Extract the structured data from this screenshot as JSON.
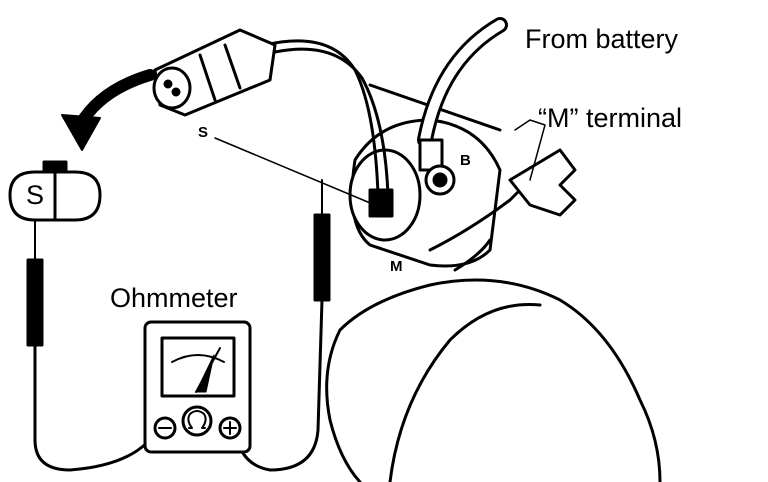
{
  "labels": {
    "from_battery": "From battery",
    "m_terminal": "“M” terminal",
    "ohmmeter": "Ohmmeter",
    "s_lead": "S",
    "b_post": "B",
    "m_post": "M",
    "s_connector": "S"
  },
  "colors": {
    "ink": "#000000",
    "paper": "#ffffff"
  },
  "icons": [
    "curved-arrow-icon",
    "minus-icon",
    "plus-icon",
    "ohm-icon"
  ]
}
